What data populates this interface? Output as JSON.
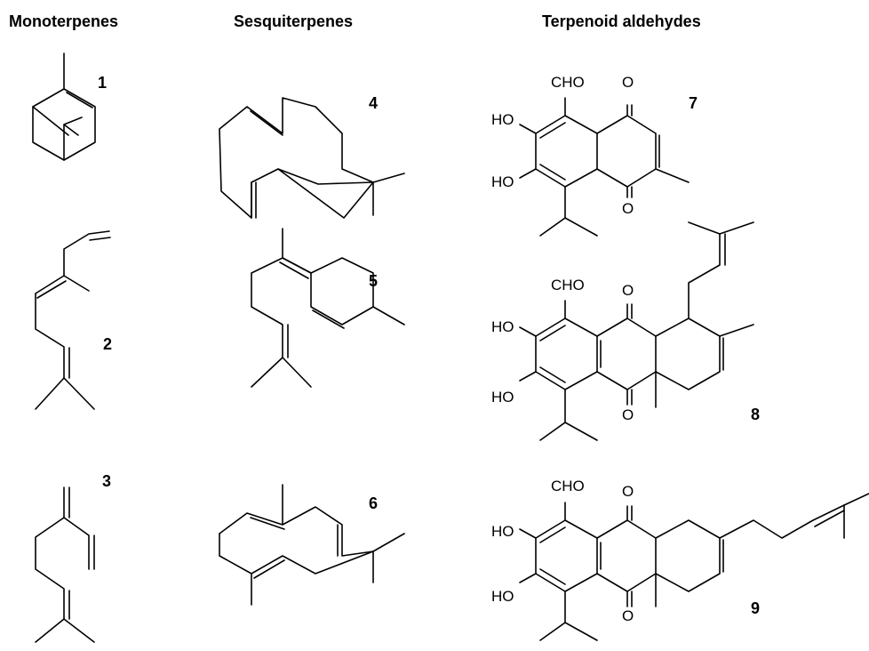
{
  "headers": {
    "monoterpenes": "Monoterpenes",
    "sesquiterpenes": "Sesquiterpenes",
    "aldehydes": "Terpenoid aldehydes"
  },
  "compounds": {
    "c1": "1",
    "c2": "2",
    "c3": "3",
    "c4": "4",
    "c5": "5",
    "c6": "6",
    "c7": "7",
    "c8": "8",
    "c9": "9"
  },
  "atoms": {
    "cho": "CHO",
    "ho": "HO",
    "o": "O"
  }
}
